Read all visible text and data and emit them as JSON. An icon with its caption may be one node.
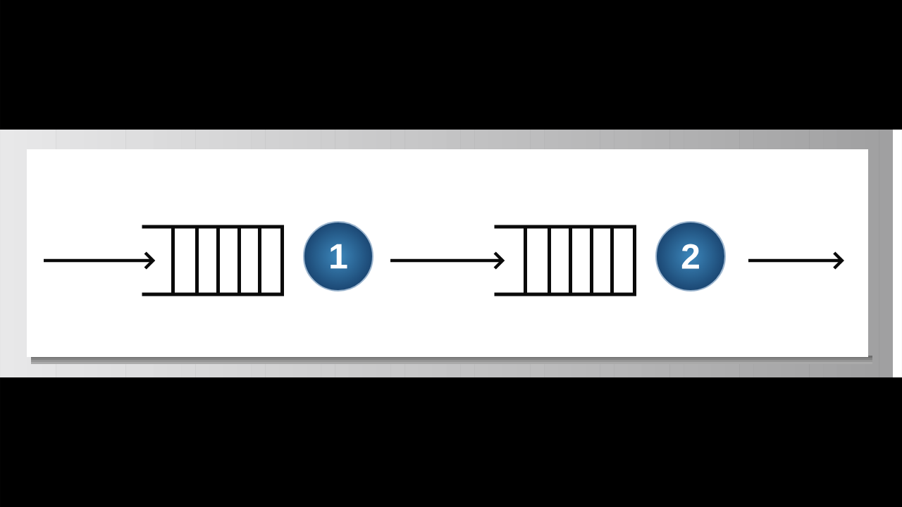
{
  "diagram": {
    "nodes": [
      {
        "text": [],
        "shape": "box"
      },
      {
        "text": [
          "1"
        ]
      },
      {
        "text": [],
        "shape": "box"
      },
      {
        "text": [
          "2"
        ]
      }
    ],
    "edges": [
      {
        "from": null,
        "to": 0,
        "arrow": "to"
      },
      {
        "from": 1,
        "to": 2,
        "arrow": "to"
      },
      {
        "from": 3,
        "to": null,
        "arrow": "to"
      }
    ]
  }
}
